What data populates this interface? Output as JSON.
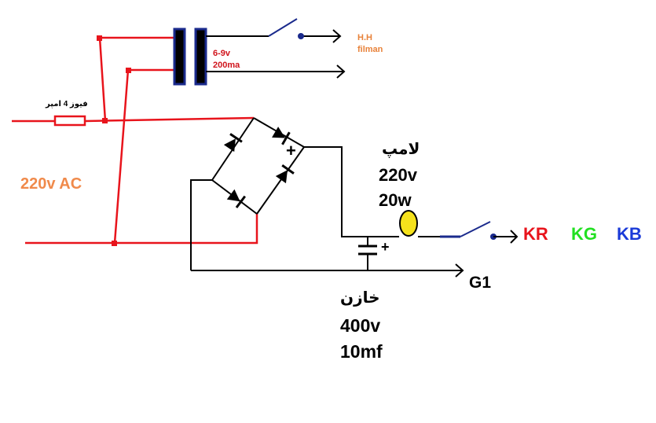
{
  "labels": {
    "ac_input": "220v AC",
    "fuse": "فیوز 4 امپر",
    "transformer_rating_voltage": "6-9v",
    "transformer_rating_current": "200ma",
    "heater_line_1": "H.H",
    "heater_line_2": "filman",
    "lamp_name": "لامپ",
    "lamp_voltage": "220v",
    "lamp_power": "20w",
    "capacitor_name": "خازن",
    "capacitor_voltage": "400v",
    "capacitor_value": "10mf",
    "out_kr": "KR",
    "out_kg": "KG",
    "out_kb": "KB",
    "out_g1": "G1",
    "plus_bridge": "+",
    "plus_capacitor": "+"
  },
  "colors": {
    "wire_hot": "#e8141c",
    "wire_dc": "#000000",
    "transformer": "#1a2a8c",
    "switch": "#1a2a8c",
    "lamp_fill": "#f5e21c",
    "ac_label": "#f08a4b",
    "heater_label": "#e8823a",
    "transformer_label": "#d0141c",
    "kr": "#e8141c",
    "kg": "#22e022",
    "kb": "#1a3ad8",
    "text": "#000000"
  }
}
